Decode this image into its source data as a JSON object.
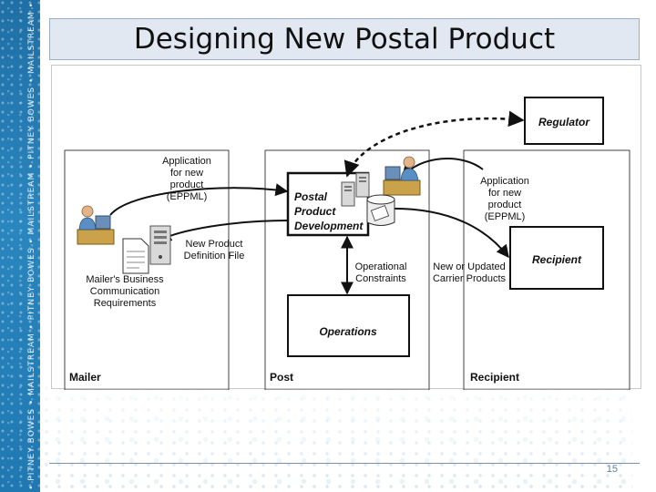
{
  "slide": {
    "title": "Designing New Postal Product",
    "page_number": "15",
    "brand_strip_text": "• PITNEY BOWES • MAILSTREAM • PITNEY BOWES • MAILSTREAM • PITNEY BOWES • MAILSTREAM •"
  },
  "diagram": {
    "lanes": {
      "mailer": "Mailer",
      "post": "Post",
      "recipient": "Recipient"
    },
    "boxes": {
      "regulator": "Regulator",
      "recipient": "Recipient",
      "operations": "Operations",
      "ppd_line1": "Postal",
      "ppd_line2": "Product",
      "ppd_line3": "Development"
    },
    "labels": {
      "app_left": [
        "Application",
        "for new",
        "product",
        "(EPPML)"
      ],
      "app_right": [
        "Application",
        "for new",
        "product",
        "(EPPML)"
      ],
      "new_def": [
        "New Product",
        "Definition File"
      ],
      "mailers_req": [
        "Mailer's Business",
        "Communication",
        "Requirements"
      ],
      "op_constraints": [
        "Operational",
        "Constraints"
      ],
      "new_updated": [
        "New or Updated",
        "Carrier Products"
      ]
    },
    "icons": [
      "person-at-desk-icon",
      "server-tower-icon",
      "document-icon",
      "database-icon"
    ]
  }
}
